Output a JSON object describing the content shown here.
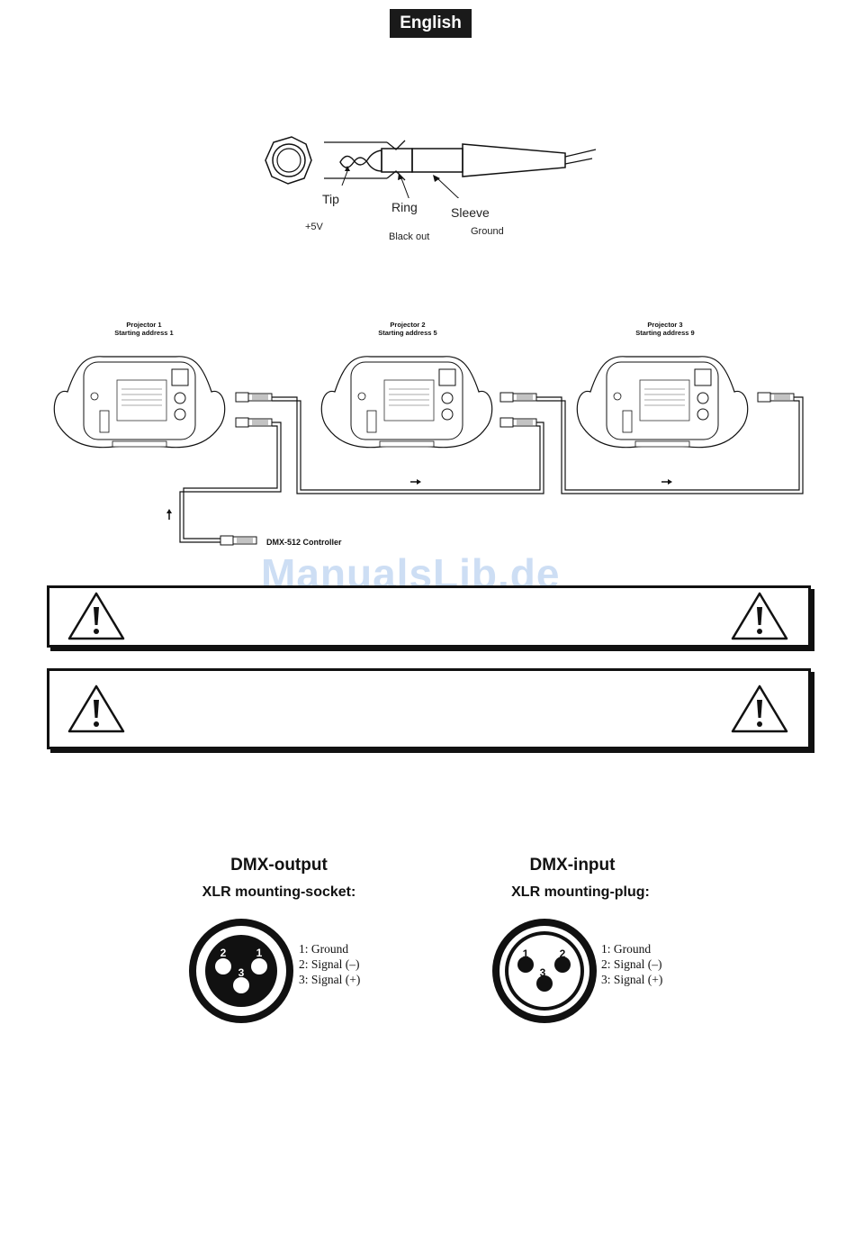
{
  "header": {
    "language": "English"
  },
  "jack": {
    "tip": "Tip",
    "tip_signal": "+5V",
    "ring": "Ring",
    "ring_signal": "Black out",
    "sleeve": "Sleeve",
    "sleeve_signal": "Ground"
  },
  "chain": {
    "projectors": [
      {
        "name": "Projector 1",
        "address": "Starting address 1"
      },
      {
        "name": "Projector 2",
        "address": "Starting address 5"
      },
      {
        "name": "Projector 3",
        "address": "Starting address 9"
      }
    ],
    "controller": "DMX-512 Controller"
  },
  "watermark": "ManualsLib.de",
  "warnings": [
    {
      "icon": "warning-triangle-icon"
    },
    {
      "icon": "warning-triangle-icon"
    }
  ],
  "xlr": {
    "output": {
      "title": "DMX-output",
      "subtitle": "XLR mounting-socket:",
      "pins": [
        "1: Ground",
        "2: Signal (–)",
        "3: Signal (+)"
      ],
      "pin_numbers": [
        "2",
        "1",
        "3"
      ]
    },
    "input": {
      "title": "DMX-input",
      "subtitle": "XLR mounting-plug:",
      "pins": [
        "1: Ground",
        "2: Signal (–)",
        "3: Signal (+)"
      ],
      "pin_numbers": [
        "1",
        "2",
        "3"
      ]
    }
  }
}
